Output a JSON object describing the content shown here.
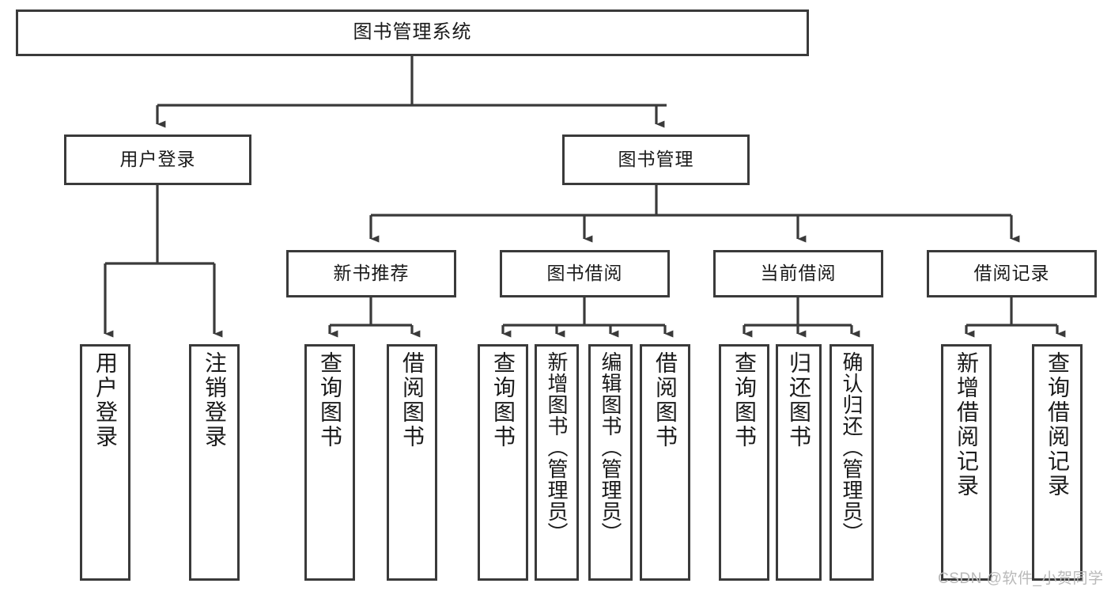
{
  "diagram": {
    "title": "图书管理系统",
    "line_color": "#3a3a3a",
    "box_fill": "#ffffff",
    "text_color": "#1a1a1a",
    "levels": {
      "root": {
        "label": "图书管理系统"
      },
      "level2": [
        {
          "label": "用户登录"
        },
        {
          "label": "图书管理"
        }
      ],
      "level3": [
        {
          "label": "新书推荐"
        },
        {
          "label": "图书借阅"
        },
        {
          "label": "当前借阅"
        },
        {
          "label": "借阅记录"
        }
      ],
      "leaves": [
        {
          "label": "用户登录",
          "parent": "用户登录"
        },
        {
          "label": "注销登录",
          "parent": "用户登录"
        },
        {
          "label": "查询图书",
          "parent": "新书推荐"
        },
        {
          "label": "借阅图书",
          "parent": "新书推荐"
        },
        {
          "label": "查询图书",
          "parent": "图书借阅"
        },
        {
          "label": "新增图书（管理员）",
          "parent": "图书借阅"
        },
        {
          "label": "编辑图书（管理员）",
          "parent": "图书借阅"
        },
        {
          "label": "借阅图书",
          "parent": "图书借阅"
        },
        {
          "label": "查询图书",
          "parent": "当前借阅"
        },
        {
          "label": "归还图书",
          "parent": "当前借阅"
        },
        {
          "label": "确认归还（管理员）",
          "parent": "当前借阅"
        },
        {
          "label": "新增借阅记录",
          "parent": "借阅记录"
        },
        {
          "label": "查询借阅记录",
          "parent": "借阅记录"
        }
      ]
    }
  },
  "watermark": {
    "text": "CSDN @软件_小贺同学"
  }
}
